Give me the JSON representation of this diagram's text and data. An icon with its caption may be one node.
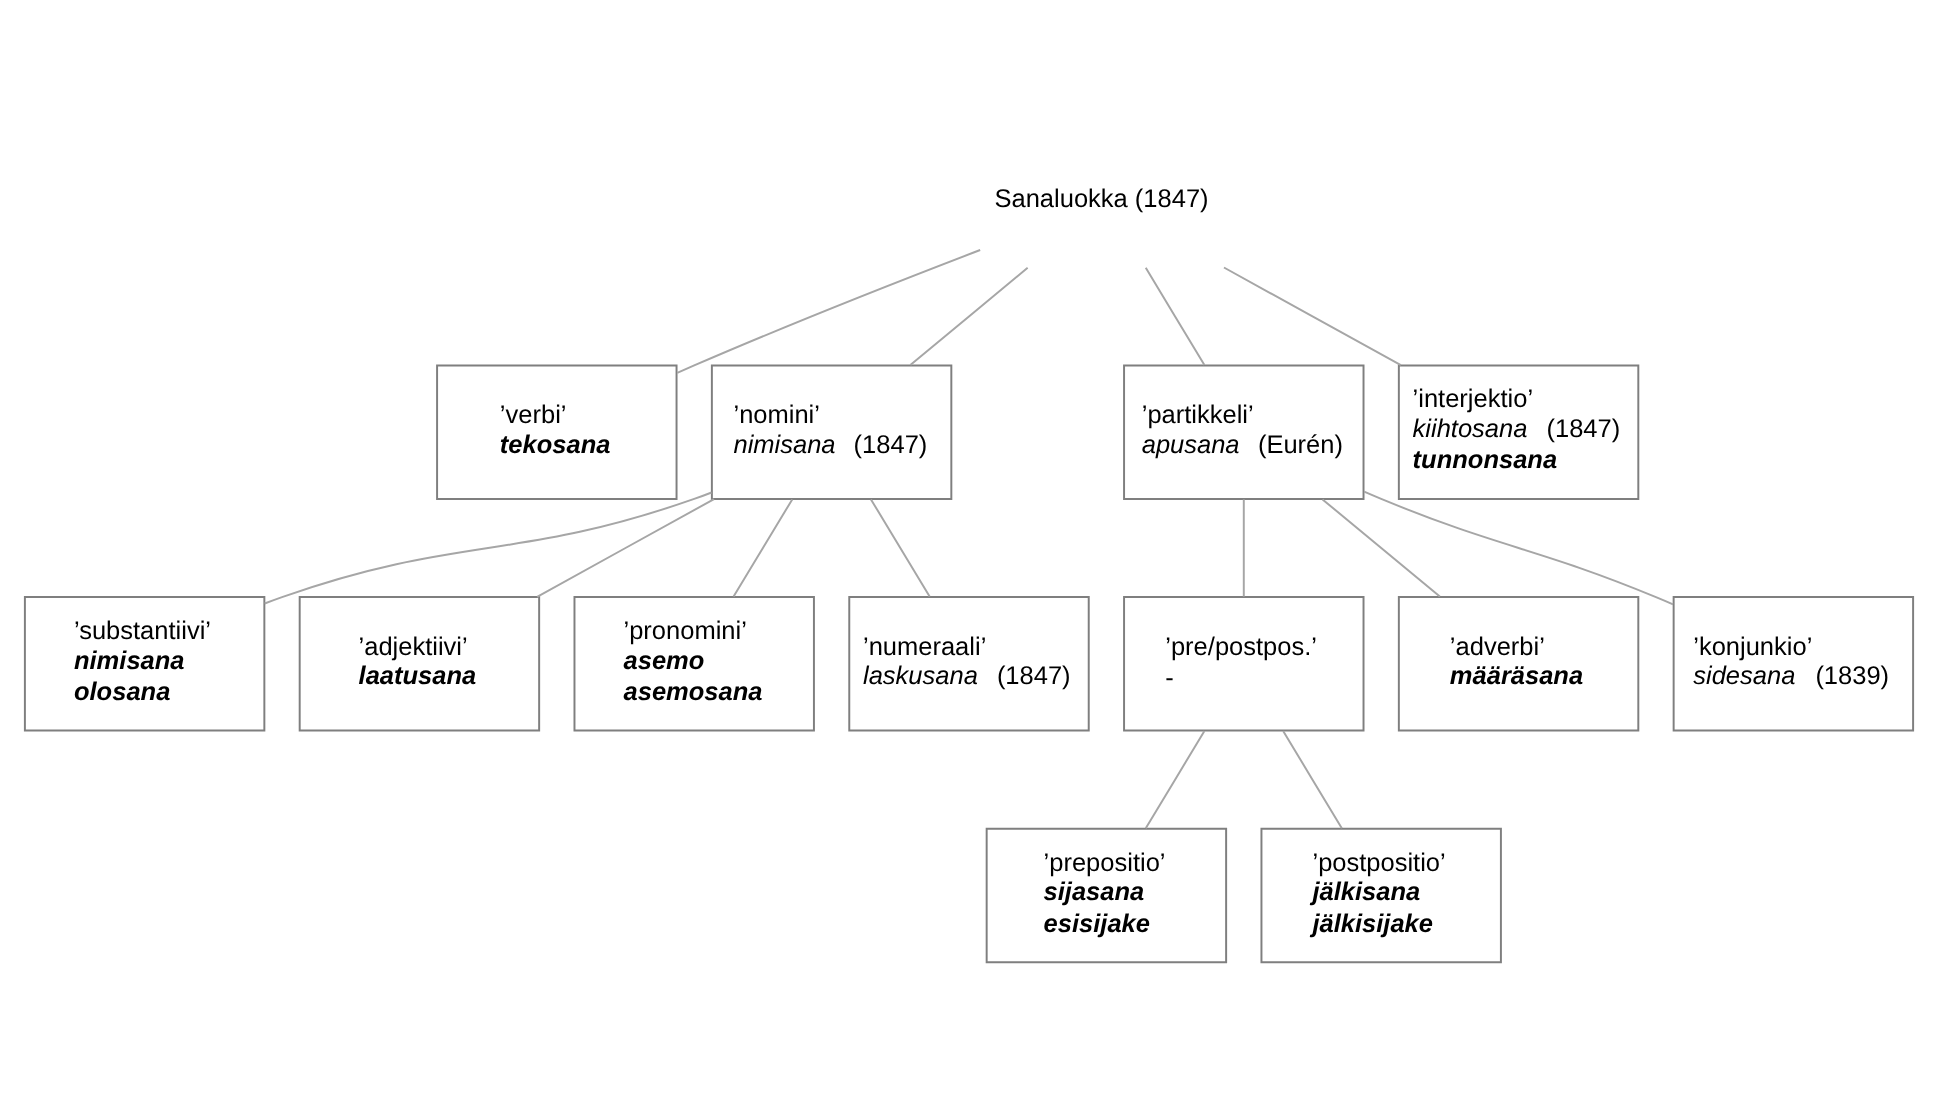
{
  "diagram": {
    "nodes": [
      {
        "text": [
          "Sanaluokka (1847)"
        ]
      },
      {
        "text": [
          "’verbi’",
          "tekosana"
        ]
      },
      {
        "text": [
          "’nomini’",
          "*nimisana* (1847)"
        ]
      },
      {
        "text": [
          "’partikkeli’",
          "*apusana* (Eurén)"
        ]
      },
      {
        "text": [
          "’interjektio’",
          "*kiihtosana* (1847)",
          "tunnonsana"
        ]
      },
      {
        "text": [
          "’substantiivi’",
          "nimisana",
          "olosana"
        ]
      },
      {
        "text": [
          "’adjektiivi’",
          "laatusana"
        ]
      },
      {
        "text": [
          "’pronomini’",
          "asemo",
          "asemosana"
        ]
      },
      {
        "text": [
          "’numeraali’",
          "*laskusana* (1847)"
        ]
      },
      {
        "text": [
          "’pre/postpos.’",
          "-"
        ]
      },
      {
        "text": [
          "’adverbi’",
          "määräsana"
        ]
      },
      {
        "text": [
          "’konjunkio’",
          "*sidesana* (1839)"
        ]
      },
      {
        "text": [
          "’prepositio’",
          "sijasana",
          "esisijake"
        ]
      },
      {
        "text": [
          "’postpositio’",
          "jälkisana",
          "jälkisijake"
        ]
      }
    ],
    "edges": [
      {
        "from": 0,
        "to": 1,
        "arrow": "none"
      },
      {
        "from": 0,
        "to": 2,
        "arrow": "none"
      },
      {
        "from": 0,
        "to": 3,
        "arrow": "none"
      },
      {
        "from": 0,
        "to": 4,
        "arrow": "none"
      },
      {
        "from": 2,
        "to": 5,
        "arrow": "none"
      },
      {
        "from": 2,
        "to": 6,
        "arrow": "none"
      },
      {
        "from": 2,
        "to": 7,
        "arrow": "none"
      },
      {
        "from": 2,
        "to": 8,
        "arrow": "none"
      },
      {
        "from": 3,
        "to": 9,
        "arrow": "none"
      },
      {
        "from": 3,
        "to": 10,
        "arrow": "none"
      },
      {
        "from": 3,
        "to": 11,
        "arrow": "none"
      },
      {
        "from": 9,
        "to": 12,
        "arrow": "none"
      },
      {
        "from": 9,
        "to": 13,
        "arrow": "none"
      }
    ]
  }
}
